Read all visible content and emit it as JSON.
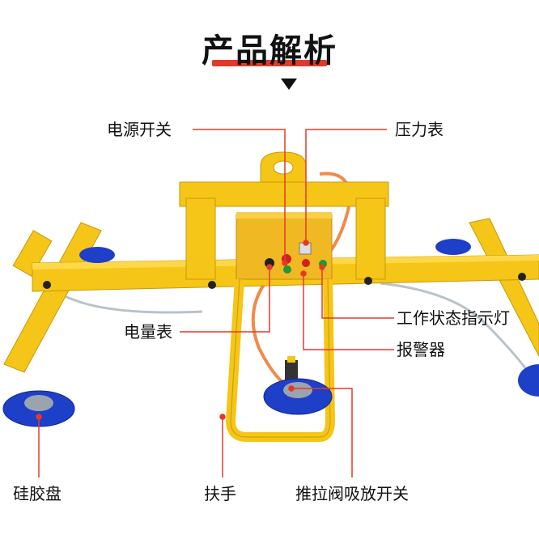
{
  "title": "产品解析",
  "labels": {
    "power_switch": "电源开关",
    "pressure_gauge": "压力表",
    "status_light": "工作状态指示灯",
    "battery_meter": "电量表",
    "alarm": "报警器",
    "silicone_pad": "硅胶盘",
    "handle": "扶手",
    "push_valve": "推拉阀吸放开关"
  },
  "colors": {
    "frame": "#f5c518",
    "frame_dark": "#d9a70d",
    "pad": "#1e3fc8",
    "leader": "#e23a2a",
    "title_accent": "#e23a2a"
  }
}
